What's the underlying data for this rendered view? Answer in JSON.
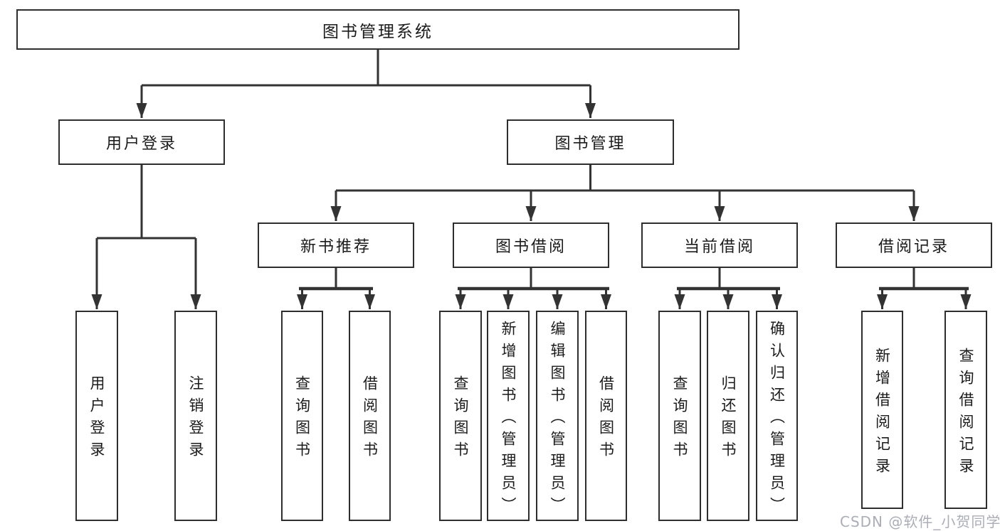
{
  "diagram": {
    "type": "tree",
    "tree": {
      "label": "图书管理系统",
      "children": [
        {
          "label": "用户登录",
          "children": [
            {
              "label": "用户登录"
            },
            {
              "label": "注销登录"
            }
          ]
        },
        {
          "label": "图书管理",
          "children": [
            {
              "label": "新书推荐",
              "children": [
                {
                  "label": "查询图书"
                },
                {
                  "label": "借阅图书"
                }
              ]
            },
            {
              "label": "图书借阅",
              "children": [
                {
                  "label": "查询图书"
                },
                {
                  "label": "新增图书（管理员）"
                },
                {
                  "label": "编辑图书（管理员）"
                },
                {
                  "label": "借阅图书"
                }
              ]
            },
            {
              "label": "当前借阅",
              "children": [
                {
                  "label": "查询图书"
                },
                {
                  "label": "归还图书"
                },
                {
                  "label": "确认归还（管理员）"
                }
              ]
            },
            {
              "label": "借阅记录",
              "children": [
                {
                  "label": "新增借阅记录"
                },
                {
                  "label": "查询借阅记录"
                }
              ]
            }
          ]
        }
      ]
    },
    "colors": {
      "line": "#333333",
      "box_border": "#2e2e2e",
      "text": "#1b1b1b",
      "watermark": "#a4a7b0",
      "background": "#ffffff"
    }
  },
  "watermark": "CSDN @软件_小贺同学"
}
